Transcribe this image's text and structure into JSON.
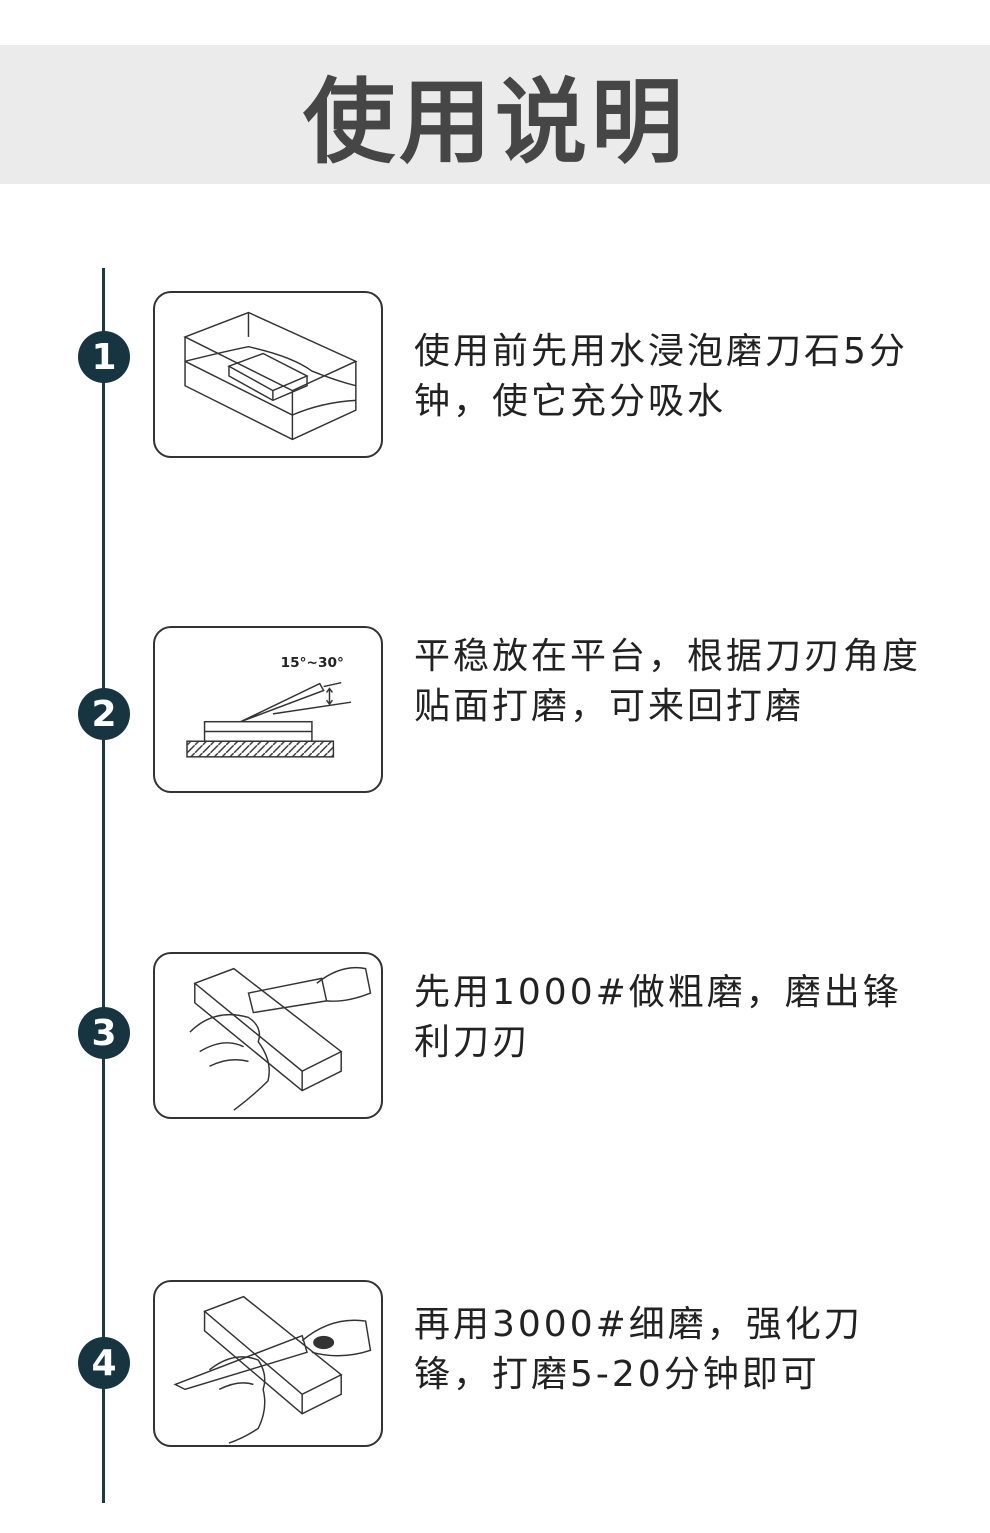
{
  "title": "使用说明",
  "steps": [
    {
      "number": "1",
      "text": "使用前先用水浸泡磨刀石5分钟，使它充分吸水"
    },
    {
      "number": "2",
      "text": "平稳放在平台，根据刀刃角度贴面打磨，可来回打磨",
      "angle_label": "15°~30°"
    },
    {
      "number": "3",
      "text": "先用1000#做粗磨，磨出锋利刀刃"
    },
    {
      "number": "4",
      "text": "再用3000#细磨，强化刀锋，打磨5-20分钟即可"
    }
  ]
}
